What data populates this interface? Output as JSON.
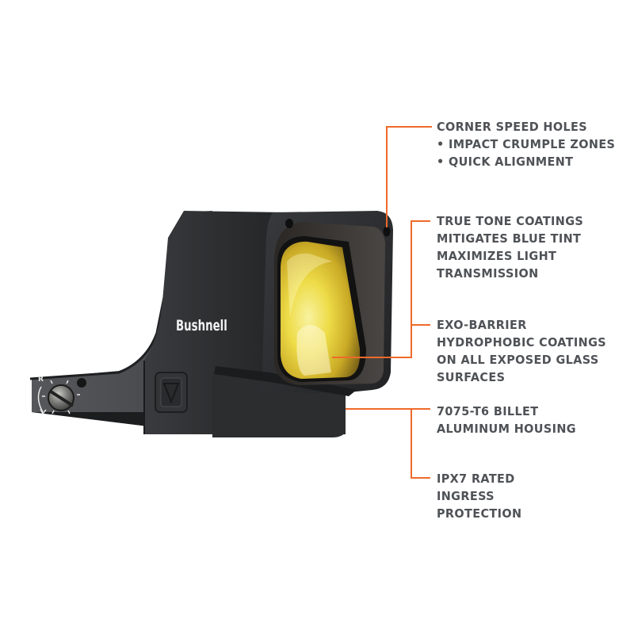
{
  "product": {
    "brand": "Bushnell",
    "dial_label": "R",
    "colors": {
      "accent_orange": "#ee6a2b",
      "callout_text": "#4f5256",
      "housing_dark": "#2b2c2e",
      "lens_yellow": "#e8d23a",
      "background": "#ffffff"
    }
  },
  "callouts": [
    {
      "id": "speed-holes",
      "lines": [
        "CORNER SPEED HOLES",
        "• IMPACT CRUMPLE ZONES",
        "• QUICK ALIGNMENT"
      ]
    },
    {
      "id": "true-tone",
      "lines": [
        "TRUE TONE COATINGS",
        "MITIGATES BLUE TINT",
        "MAXIMIZES LIGHT",
        "TRANSMISSION"
      ]
    },
    {
      "id": "exo-barrier",
      "lines": [
        "EXO-BARRIER",
        "HYDROPHOBIC COATINGS",
        "ON ALL EXPOSED GLASS",
        "SURFACES"
      ]
    },
    {
      "id": "billet-housing",
      "lines": [
        "7075-T6 BILLET",
        "ALUMINUM HOUSING"
      ]
    },
    {
      "id": "ipx7",
      "lines": [
        "IPX7 RATED",
        "INGRESS",
        "PROTECTION"
      ]
    }
  ]
}
